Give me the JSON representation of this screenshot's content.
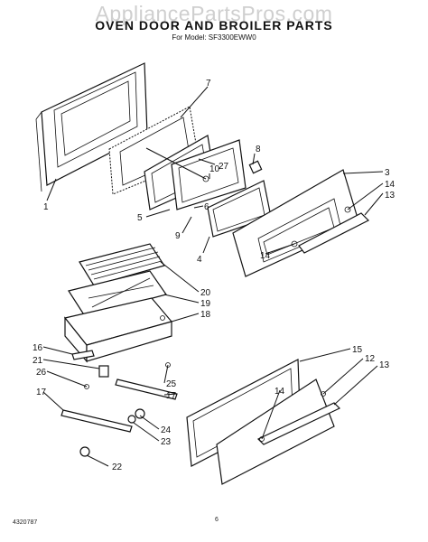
{
  "watermark": "AppliancePartsPros.com",
  "title": "OVEN DOOR AND BROILER PARTS",
  "subtitle": "For Model: SF3300EWW0",
  "footer": {
    "left": "4320787",
    "page": "6"
  },
  "callouts": [
    "1",
    "7",
    "27",
    "8",
    "10",
    "6",
    "5",
    "9",
    "4",
    "3",
    "14",
    "13",
    "14",
    "20",
    "19",
    "18",
    "16",
    "21",
    "26",
    "17",
    "25",
    "17",
    "15",
    "12",
    "13",
    "14",
    "24",
    "23",
    "22"
  ]
}
